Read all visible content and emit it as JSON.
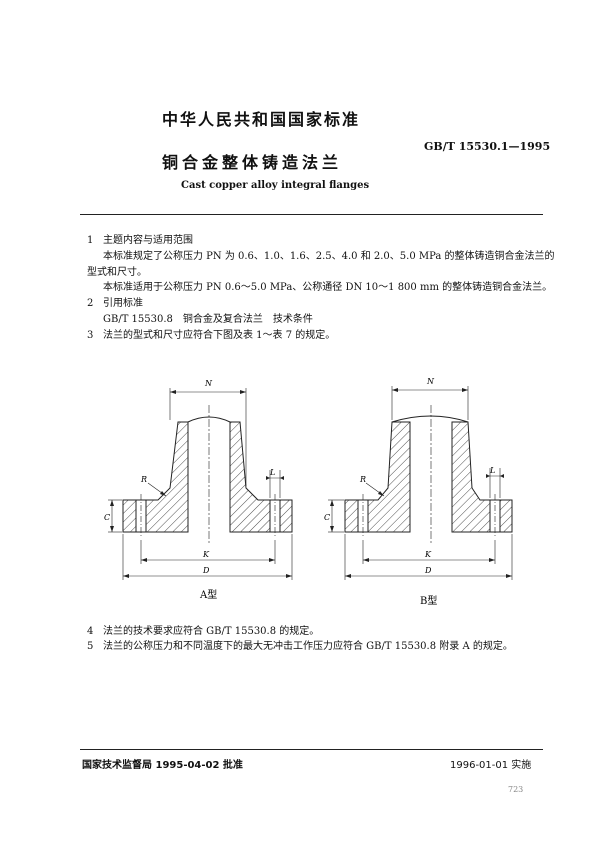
{
  "header": {
    "standard_title": "中华人民共和国国家标准",
    "standard_number": "GB/T 15530.1—1995",
    "title_cn": "铜合金整体铸造法兰",
    "title_en": "Cast copper alloy integral flanges"
  },
  "sections": [
    {
      "num": "1",
      "heading": "主题内容与适用范围"
    },
    {
      "para1": "本标准规定了公称压力 PN 为 0.6、1.0、1.6、2.5、4.0 和 2.0、5.0 MPa 的整体铸造铜合金法兰的",
      "para1_cont": "型式和尺寸。",
      "para2": "本标准适用于公称压力 PN 0.6～5.0 MPa、公称通径 DN 10～1 800 mm 的整体铸造铜合金法兰。"
    },
    {
      "num": "2",
      "heading": "引用标准"
    },
    {
      "ref": "GB/T 15530.8　铜合金及复合法兰　技术条件"
    },
    {
      "num": "3",
      "text": "法兰的型式和尺寸应符合下图及表 1～表 7 的规定。"
    },
    {
      "num": "4",
      "text": "法兰的技术要求应符合 GB/T 15530.8 的规定。"
    },
    {
      "num": "5",
      "text": "法兰的公称压力和不同温度下的最大无冲击工作压力应符合 GB/T 15530.8 附录 A 的规定。"
    }
  ],
  "figure": {
    "labels": {
      "N": "N",
      "R": "R",
      "L": "L",
      "C": "C",
      "K": "K",
      "D": "D"
    },
    "caption_a": "A型",
    "caption_b": "B型"
  },
  "footer": {
    "issuer": "国家技术监督局 1995-04-02 批准",
    "effective": "1996-01-01 实施",
    "page_number": "723"
  }
}
